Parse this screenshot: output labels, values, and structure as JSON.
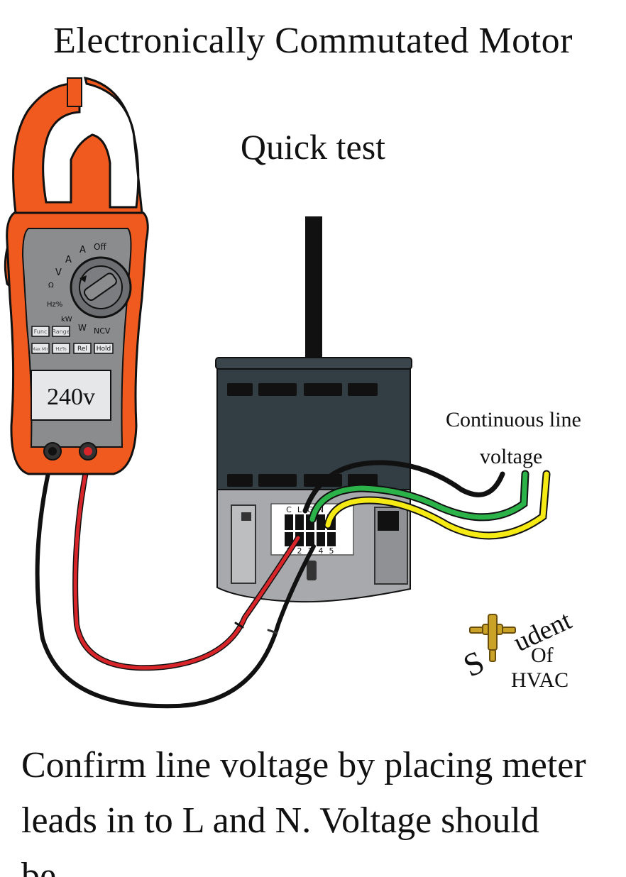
{
  "title": "Electronically Commutated Motor",
  "subtitle": "Quick test",
  "meter": {
    "display": "240v",
    "dial": {
      "off": "Off",
      "amps_ac": "A",
      "amps_dc": "A",
      "volts": "V",
      "ohms": "Ω",
      "hz": "Hz%",
      "kw": "kW",
      "watts": "W",
      "ncv": "NCV"
    },
    "buttons": [
      "Func",
      "Range",
      "Max Min",
      "Hz%",
      "Rel",
      "Hold"
    ]
  },
  "terminal_block": {
    "top_labels": [
      "C",
      "L",
      "G",
      "N"
    ],
    "bottom_labels": [
      "1",
      "2",
      "3",
      "4",
      "5"
    ]
  },
  "labels": {
    "continuous": "Continuous line",
    "voltage": "voltage"
  },
  "logo": {
    "s": "S",
    "word": "udent",
    "of": "Of",
    "hvac": "HVAC"
  },
  "caption": {
    "line1": "Confirm line voltage by placing meter",
    "line2": "leads in to L and N. Voltage should",
    "line3": "be"
  },
  "colors": {
    "meter_orange": "#f15a1e",
    "meter_face": "#8a8c8e",
    "motor_body": "#323d44",
    "motor_endcap": "#a7a9ac",
    "wire_red": "#d8252a",
    "wire_black": "#111111",
    "wire_green": "#2bb34a",
    "wire_yellow": "#f5ea14",
    "logo_gold": "#c9a227"
  }
}
